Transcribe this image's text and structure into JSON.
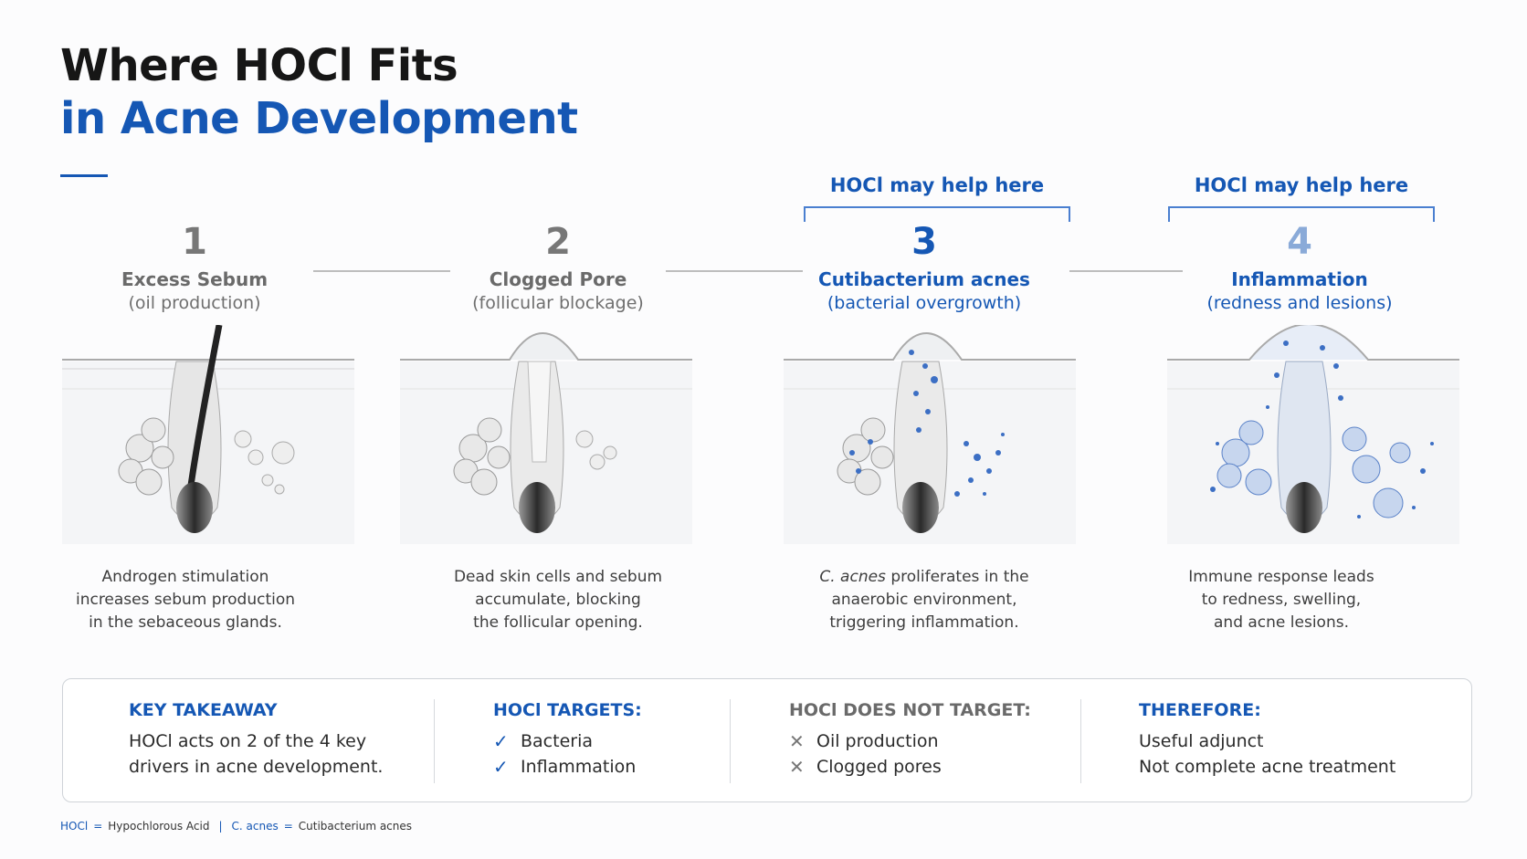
{
  "title": {
    "line1": "Where HOCl Fits",
    "line2": "in Acne Development"
  },
  "help_labels": [
    "HOCl may help here",
    "HOCl may help here"
  ],
  "stages": [
    {
      "number": "1",
      "name": "Excess Sebum",
      "subtitle": "(oil production)",
      "description": [
        "Androgen stimulation",
        "increases sebum production",
        "in the sebaceous glands."
      ]
    },
    {
      "number": "2",
      "name": "Clogged Pore",
      "subtitle": "(follicular blockage)",
      "description": [
        "Dead skin cells and sebum",
        "accumulate, blocking",
        "the follicular opening."
      ]
    },
    {
      "number": "3",
      "name": "Cutibacterium acnes",
      "subtitle": "(bacterial overgrowth)",
      "description_italic": "C. acnes",
      "description": [
        " proliferates in the",
        "anaerobic environment,",
        "triggering inflammation."
      ]
    },
    {
      "number": "4",
      "name": "Inflammation",
      "subtitle": "(redness and lesions)",
      "description": [
        "Immune response leads",
        "to redness, swelling,",
        "and acne lesions."
      ]
    }
  ],
  "takeaway": {
    "key": {
      "heading": "KEY TAKEAWAY",
      "lines": [
        "HOCl acts on 2 of the 4 key",
        "drivers in acne development."
      ]
    },
    "targets": {
      "heading": "HOCl TARGETS:",
      "items": [
        "Bacteria",
        "Inflammation"
      ]
    },
    "not_targets": {
      "heading": "HOCl DOES NOT TARGET:",
      "items": [
        "Oil production",
        "Clogged pores"
      ]
    },
    "therefore": {
      "heading": "THEREFORE:",
      "lines": [
        "Useful adjunct",
        "Not complete acne treatment"
      ]
    }
  },
  "footer": {
    "abbr1": "HOCl",
    "def1": "Hypochlorous Acid",
    "abbr2": "C. acnes",
    "def2": "Cutibacterium acnes",
    "eq": "=",
    "sep": "|"
  },
  "icons": {
    "check": "check-icon",
    "cross": "cross-icon"
  },
  "colors": {
    "accent": "#1557b4",
    "gray": "#6a6a6a"
  }
}
